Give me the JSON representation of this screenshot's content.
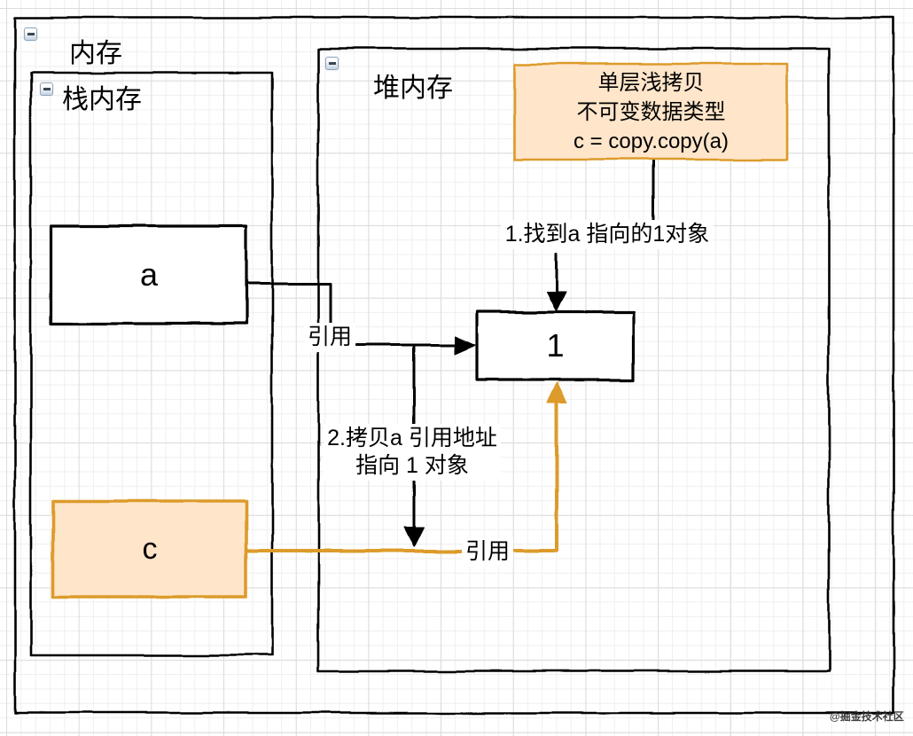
{
  "diagram": {
    "containers": {
      "memory": {
        "label": "内存"
      },
      "stack": {
        "label": "栈内存"
      },
      "heap": {
        "label": "堆内存"
      }
    },
    "nodes": {
      "note": {
        "line1": "单层浅拷贝",
        "line2": "不可变数据类型",
        "line3": "c = copy.copy(a)"
      },
      "var_a": {
        "label": "a"
      },
      "var_c": {
        "label": "c"
      },
      "obj_one": {
        "label": "1"
      }
    },
    "edges": {
      "step1": {
        "label": "1.找到a 指向的1对象"
      },
      "step2": {
        "line1": "2.拷贝a 引用地址",
        "line2": "指向 1 对象"
      },
      "ref_a": {
        "label": "引用"
      },
      "ref_c": {
        "label": "引用"
      }
    },
    "icons": {
      "collapse": "minus-icon"
    },
    "colors": {
      "black": "#000000",
      "orange_stroke": "#DC9B2B",
      "orange_fill": "#FFE5CA"
    },
    "watermark": "@掘金技术社区"
  }
}
